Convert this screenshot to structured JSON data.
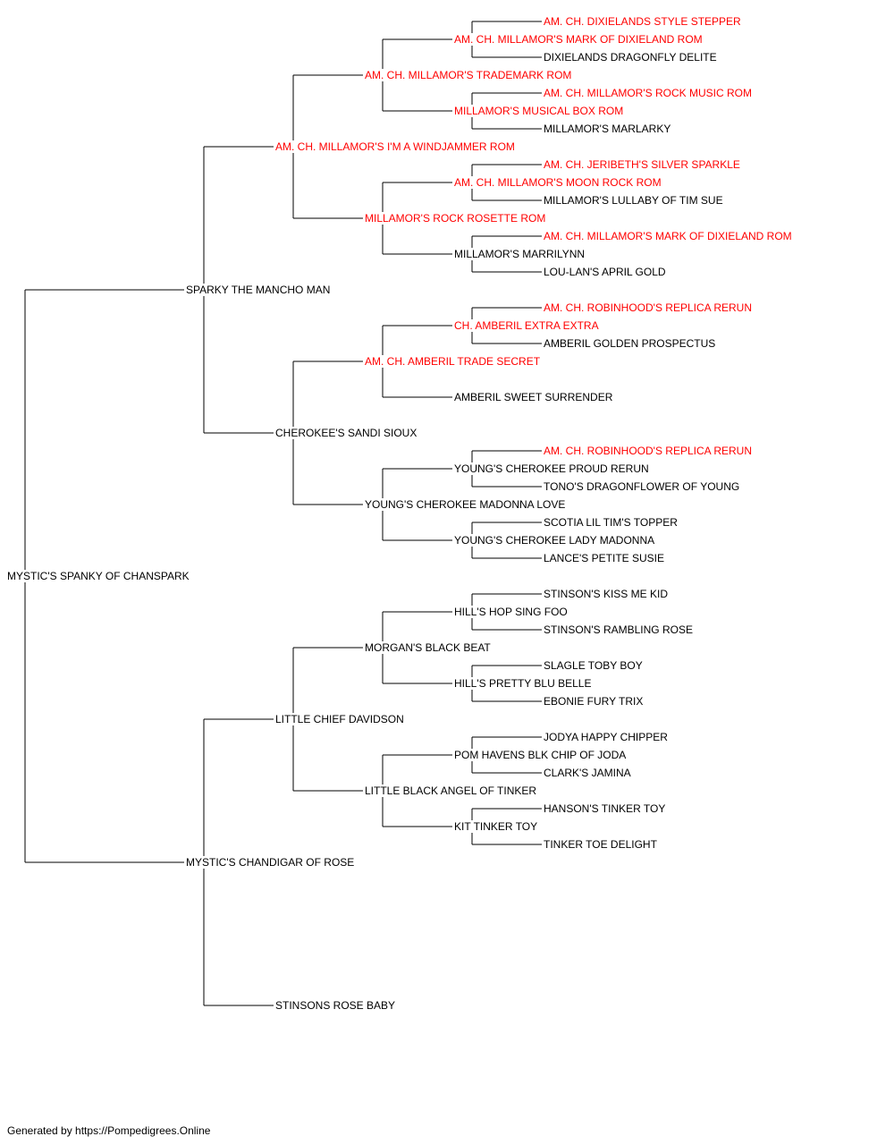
{
  "colors": {
    "champion": "#ff0000",
    "normal": "#000000",
    "line": "#000000"
  },
  "pedigree": {
    "name": "MYSTIC'S SPANKY OF CHANSPARK",
    "champion": false,
    "sire": {
      "name": "SPARKY THE MANCHO MAN",
      "champion": false,
      "sire": {
        "name": "AM. CH. MILLAMOR'S I'M A WINDJAMMER ROM",
        "champion": true,
        "sire": {
          "name": "AM. CH. MILLAMOR'S TRADEMARK ROM",
          "champion": true,
          "sire": {
            "name": "AM. CH. MILLAMOR'S MARK OF DIXIELAND ROM",
            "champion": true,
            "sire": {
              "name": "AM. CH. DIXIELANDS STYLE STEPPER",
              "champion": true
            },
            "dam": {
              "name": "DIXIELANDS DRAGONFLY DELITE",
              "champion": false
            }
          },
          "dam": {
            "name": "MILLAMOR'S MUSICAL BOX ROM",
            "champion": true,
            "sire": {
              "name": "AM. CH. MILLAMOR'S ROCK MUSIC ROM",
              "champion": true
            },
            "dam": {
              "name": "MILLAMOR'S MARLARKY",
              "champion": false
            }
          }
        },
        "dam": {
          "name": "MILLAMOR'S ROCK ROSETTE ROM",
          "champion": true,
          "sire": {
            "name": "AM. CH. MILLAMOR'S MOON ROCK ROM",
            "champion": true,
            "sire": {
              "name": "AM. CH. JERIBETH'S SILVER SPARKLE",
              "champion": true
            },
            "dam": {
              "name": "MILLAMOR'S LULLABY OF TIM SUE",
              "champion": false
            }
          },
          "dam": {
            "name": "MILLAMOR'S MARRILYNN",
            "champion": false,
            "sire": {
              "name": "AM. CH. MILLAMOR'S MARK OF DIXIELAND ROM",
              "champion": true
            },
            "dam": {
              "name": "LOU-LAN'S APRIL GOLD",
              "champion": false
            }
          }
        }
      },
      "dam": {
        "name": "CHEROKEE'S SANDI SIOUX",
        "champion": false,
        "sire": {
          "name": "AM. CH. AMBERIL TRADE SECRET",
          "champion": true,
          "sire": {
            "name": "CH. AMBERIL EXTRA EXTRA",
            "champion": true,
            "sire": {
              "name": "AM. CH. ROBINHOOD'S REPLICA RERUN",
              "champion": true
            },
            "dam": {
              "name": "AMBERIL GOLDEN PROSPECTUS",
              "champion": false
            }
          },
          "dam": {
            "name": "AMBERIL SWEET SURRENDER",
            "champion": false
          }
        },
        "dam": {
          "name": "YOUNG'S CHEROKEE MADONNA LOVE",
          "champion": false,
          "sire": {
            "name": "YOUNG'S CHEROKEE PROUD RERUN",
            "champion": false,
            "sire": {
              "name": "AM. CH. ROBINHOOD'S REPLICA RERUN",
              "champion": true
            },
            "dam": {
              "name": "TONO'S DRAGONFLOWER OF YOUNG",
              "champion": false
            }
          },
          "dam": {
            "name": "YOUNG'S CHEROKEE LADY MADONNA",
            "champion": false,
            "sire": {
              "name": "SCOTIA LIL TIM'S TOPPER",
              "champion": false
            },
            "dam": {
              "name": "LANCE'S PETITE SUSIE",
              "champion": false
            }
          }
        }
      }
    },
    "dam": {
      "name": "MYSTIC'S CHANDIGAR OF ROSE",
      "champion": false,
      "sire": {
        "name": "LITTLE CHIEF DAVIDSON",
        "champion": false,
        "sire": {
          "name": "MORGAN'S BLACK BEAT",
          "champion": false,
          "sire": {
            "name": "HILL'S HOP SING FOO",
            "champion": false,
            "sire": {
              "name": "STINSON'S KISS ME KID",
              "champion": false
            },
            "dam": {
              "name": "STINSON'S RAMBLING ROSE",
              "champion": false
            }
          },
          "dam": {
            "name": "HILL'S PRETTY BLU BELLE",
            "champion": false,
            "sire": {
              "name": "SLAGLE TOBY BOY",
              "champion": false
            },
            "dam": {
              "name": "EBONIE FURY TRIX",
              "champion": false
            }
          }
        },
        "dam": {
          "name": "LITTLE BLACK ANGEL OF TINKER",
          "champion": false,
          "sire": {
            "name": "POM HAVENS BLK CHIP OF JODA",
            "champion": false,
            "sire": {
              "name": "JODYA HAPPY CHIPPER",
              "champion": false
            },
            "dam": {
              "name": "CLARK'S JAMINA",
              "champion": false
            }
          },
          "dam": {
            "name": "KIT TINKER TOY",
            "champion": false,
            "sire": {
              "name": "HANSON'S TINKER TOY",
              "champion": false
            },
            "dam": {
              "name": "TINKER TOE DELIGHT",
              "champion": false
            }
          }
        }
      },
      "dam": {
        "name": "STINSONS ROSE BABY",
        "champion": false
      }
    }
  },
  "footer": "Generated by https://Pompedigrees.Online"
}
